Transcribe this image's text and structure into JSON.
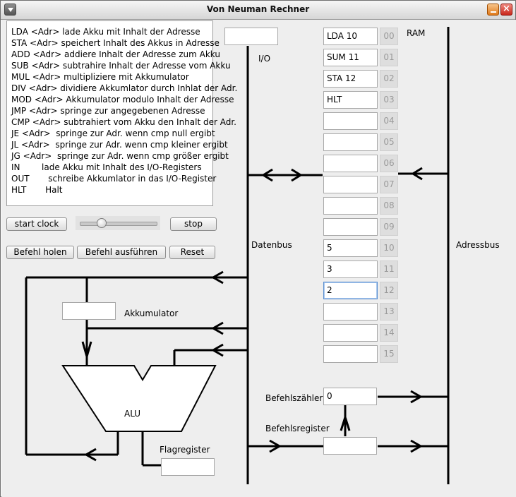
{
  "window": {
    "title": "Von Neuman Rechner"
  },
  "instructions": [
    "LDA <Adr> lade Akku mit Inhalt der Adresse",
    "STA <Adr> speichert Inhalt des Akkus in Adresse",
    "ADD <Adr> addiere Inhalt der Adresse zum Akku",
    "SUB <Adr> subtrahire Inhalt der Adresse vom Akku",
    "MUL <Adr> multipliziere mit Akkumulator",
    "DIV <Adr> dividiere Akkumlator durch Inhlat der Adr.",
    "MOD <Adr> Akkumulator modulo Inhalt der Adresse",
    "JMP <Adr> springe zur angegebenen Adresse",
    "CMP <Adr> subtrahiert vom Akku den Inhalt der Adr.",
    "JE <Adr>  springe zur Adr. wenn cmp null ergibt",
    "JL <Adr>  springe zur Adr. wenn cmp kleiner ergibt",
    "JG <Adr>  springe zur Adr. wenn cmp größer ergibt",
    "IN        lade Akku mit Inhalt des I/O-Registers",
    "OUT       schreibe Akkumlator in das I/O-Register",
    "HLT       Halt"
  ],
  "controls": {
    "start_clock": "start clock",
    "stop": "stop",
    "fetch": "Befehl holen",
    "execute": "Befehl ausführen",
    "reset": "Reset",
    "clock_speed": 0.25
  },
  "labels": {
    "io": "I/O",
    "ram": "RAM",
    "datenbus": "Datenbus",
    "adressbus": "Adressbus",
    "akkumulator": "Akkumulator",
    "alu": "ALU",
    "flagregister": "Flagregister",
    "befehlszaehler": "Befehlszähler",
    "befehlsregister": "Befehlsregister"
  },
  "registers": {
    "io": "",
    "akkumulator": "",
    "flagregister": "",
    "befehlszaehler": "0",
    "befehlsregister": ""
  },
  "ram": [
    {
      "addr": "00",
      "value": "LDA 10"
    },
    {
      "addr": "01",
      "value": "SUM 11"
    },
    {
      "addr": "02",
      "value": "STA 12"
    },
    {
      "addr": "03",
      "value": "HLT"
    },
    {
      "addr": "04",
      "value": ""
    },
    {
      "addr": "05",
      "value": ""
    },
    {
      "addr": "06",
      "value": ""
    },
    {
      "addr": "07",
      "value": ""
    },
    {
      "addr": "08",
      "value": ""
    },
    {
      "addr": "09",
      "value": ""
    },
    {
      "addr": "10",
      "value": "5"
    },
    {
      "addr": "11",
      "value": "3"
    },
    {
      "addr": "12",
      "value": "2"
    },
    {
      "addr": "13",
      "value": ""
    },
    {
      "addr": "14",
      "value": ""
    },
    {
      "addr": "15",
      "value": ""
    }
  ],
  "active_ram_cell": 12
}
